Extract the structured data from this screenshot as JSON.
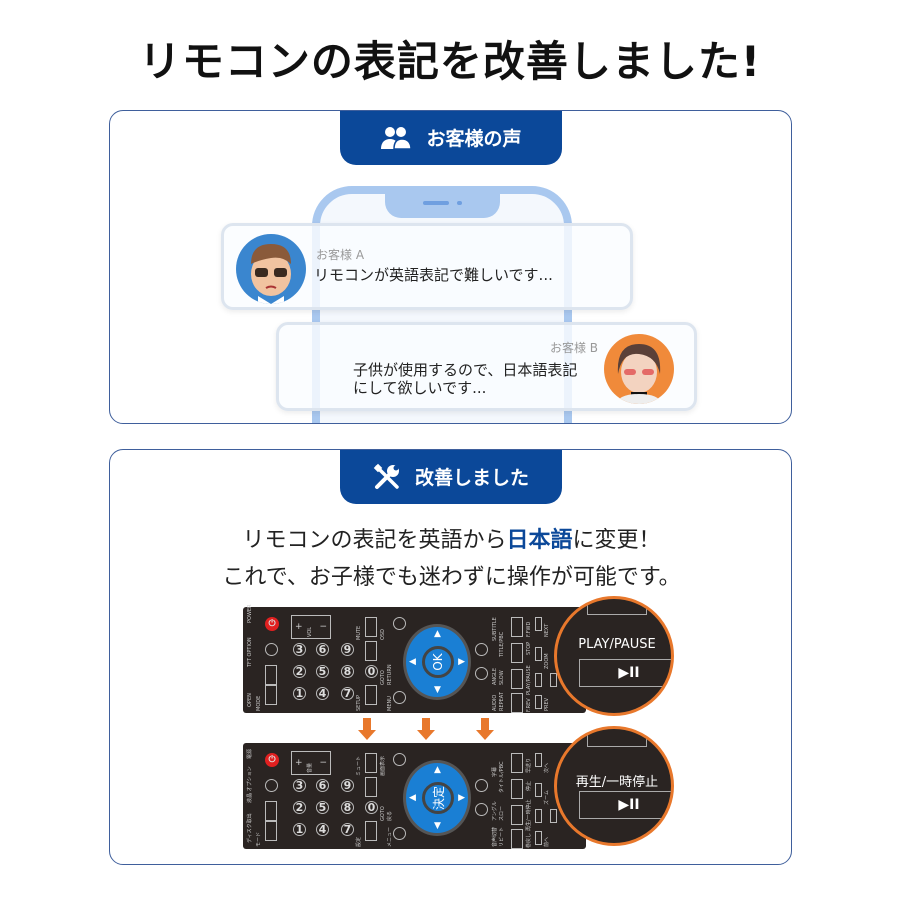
{
  "title": "リモコンの表記を改善しました!",
  "voices": {
    "heading": "お客様の声",
    "icon": "users-icon",
    "a": {
      "name": "お客様 A",
      "message": "リモコンが英語表記で難しいです..."
    },
    "b": {
      "name": "お客様 B",
      "line1": "子供が使用するので、日本語表記",
      "line2": "にして欲しいです..."
    }
  },
  "improved": {
    "heading": "改善しました",
    "icon": "tools-icon",
    "line1_pre": "リモコンの表記を英語から",
    "line1_em": "日本語",
    "line1_post": "に変更！",
    "line2": "これで、お子様でも迷わずに操作が可能です。"
  },
  "remote_en": {
    "ok": "OK",
    "zoom_label": "PLAY/PAUSE",
    "zoom_symbol": "▶II",
    "labels": [
      "POWER",
      "VOL",
      "MUTE",
      "OSD",
      "RETURN",
      "SUBTITLE",
      "TITLE/PBC",
      "F.FWD",
      "NEXT",
      "TFT OPTION",
      "GOTO",
      "ANGLE",
      "STOP",
      "ZOOM",
      "OPEN",
      "SLOW",
      "PLAY/PAUSE",
      "MODE",
      "SETUP",
      "MENU",
      "AUDIO",
      "REPEAT",
      "F.REV",
      "PREV"
    ]
  },
  "remote_jp": {
    "ok": "決定",
    "zoom_label": "再生/一時停止",
    "zoom_symbol": "▶II",
    "labels": [
      "電源",
      "音量",
      "ミュート",
      "画面表示",
      "戻る",
      "字幕",
      "タイトル/PBC",
      "早送り",
      "次へ",
      "液晶 オプション",
      "GOTO",
      "アングル",
      "停止",
      "ズーム",
      "ディスク取出",
      "スロー",
      "再生/一時停止",
      "モード",
      "設定",
      "メニュー",
      "音声切替",
      "リピート",
      "巻戻し",
      "前へ"
    ]
  },
  "keypad": [
    "3",
    "6",
    "9",
    "2",
    "5",
    "8",
    "0",
    "1",
    "4",
    "7"
  ],
  "colors": {
    "brand": "#0b4899",
    "accent": "#e8782c",
    "dpad": "#1a7fd4"
  }
}
